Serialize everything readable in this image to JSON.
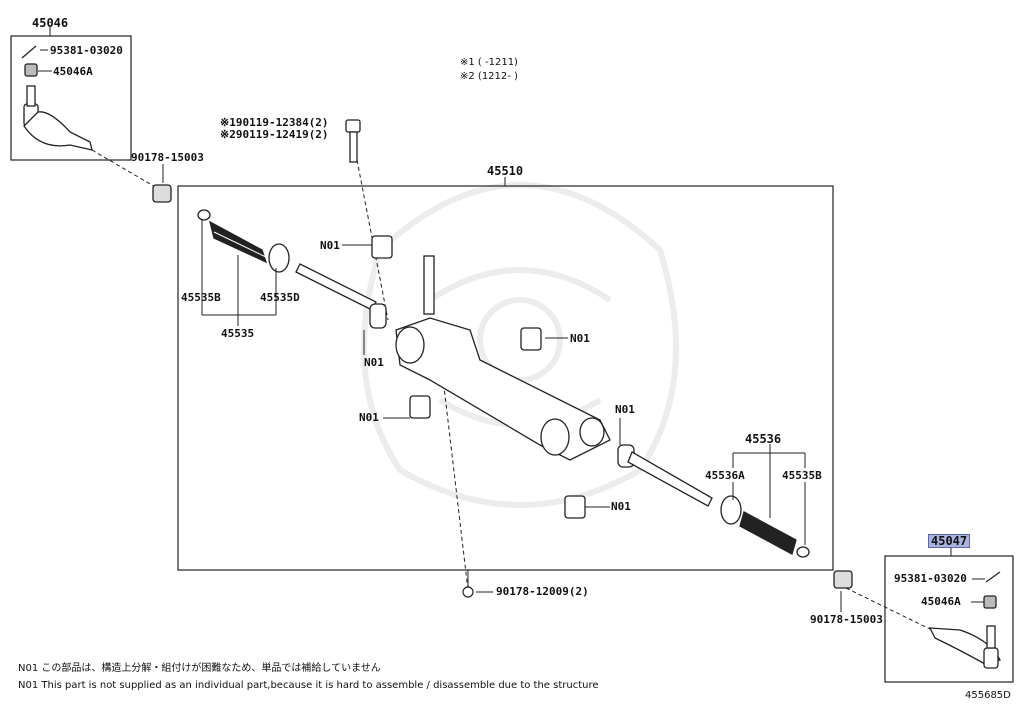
{
  "legend": {
    "line1": "※1 (    -1211)",
    "line2": "※2 (1212-     )"
  },
  "parts": {
    "tie_rod_end_left": "45046",
    "tie_rod_end_right": "45047",
    "cotter_pin_left": "95381-03020",
    "cotter_pin_right": "95381-03020",
    "nut_left": "45046A",
    "nut_right": "45046A",
    "lock_nut_left": "90178-15003",
    "lock_nut_right": "90178-15003",
    "bolt_1": "※190119-12384(2)",
    "bolt_2": "※290119-12419(2)",
    "gear_assy": "45510",
    "boot_set_left": "45535",
    "clamp_left": "45535B",
    "clip_left": "45535D",
    "boot_set_right": "45536",
    "boot_right": "45536A",
    "clamp_right": "45535B",
    "mount_nut": "90178-12009(2)",
    "n01_a": "N01",
    "n01_b": "N01",
    "n01_c": "N01",
    "n01_d": "N01",
    "n01_e": "N01",
    "n01_f": "N01"
  },
  "notes": {
    "jp": "N01 この部品は、構造上分解・組付けが困難なため、単品では補給していません",
    "en": "N01 This part is not supplied as an individual part,because it is hard to assemble / disassemble due to the structure"
  },
  "figure_id": "455685D"
}
